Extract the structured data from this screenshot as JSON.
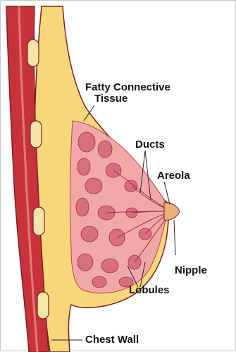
{
  "diagram": {
    "labels": {
      "fatty": "Fatty Connective",
      "fatty_line2": "Tissue",
      "ducts": "Ducts",
      "areola": "Areola",
      "nipple": "Nipple",
      "lobules": "Lobules",
      "chest_wall": "Chest Wall"
    },
    "colors": {
      "muscle": "#c8323a",
      "muscle_light": "#e07878",
      "fat": "#f7d77a",
      "gland": "#f2a8a8",
      "lobule": "#d8707c",
      "outline": "#7a2020",
      "skin": "#e9b07a"
    }
  }
}
